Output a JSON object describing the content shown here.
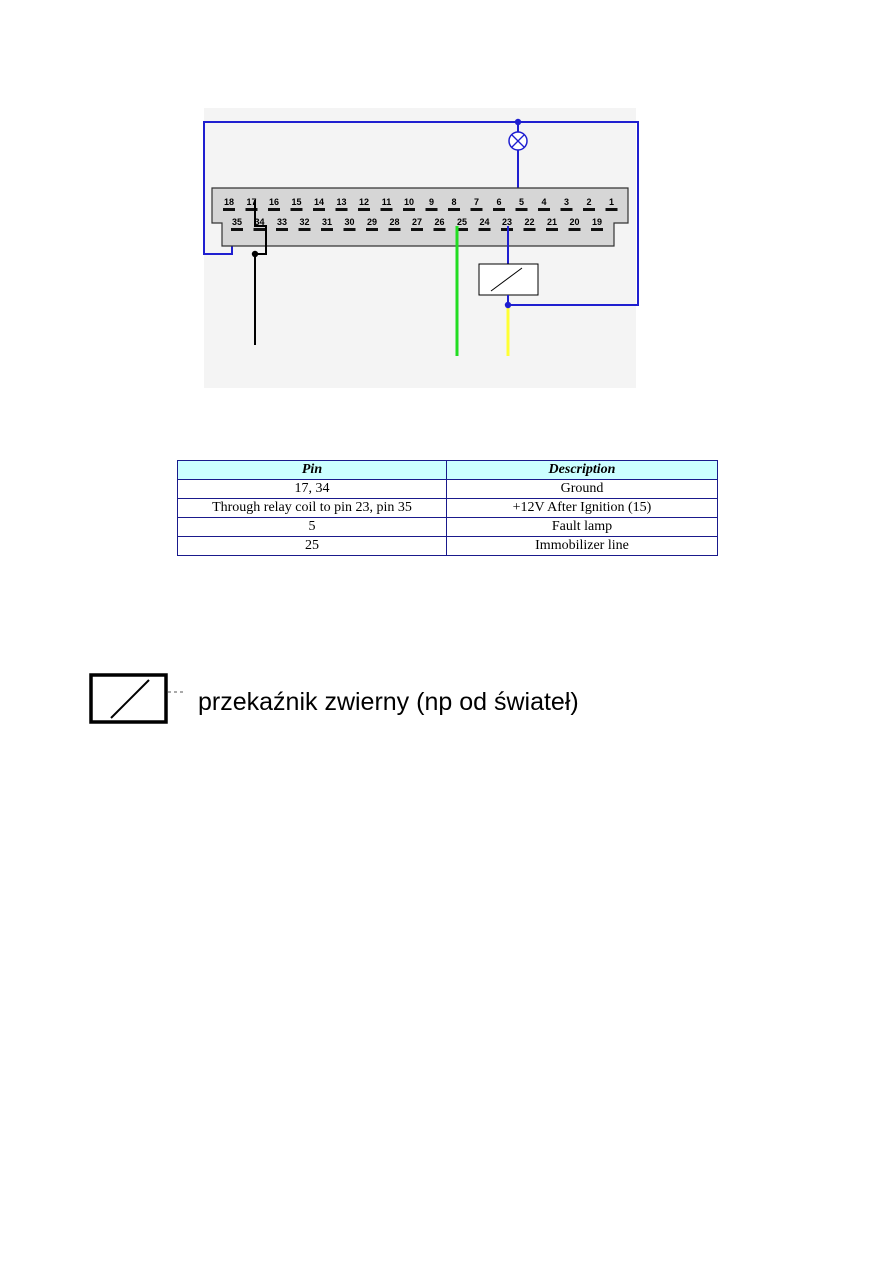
{
  "connector": {
    "top_row_pins": [
      "18",
      "17",
      "16",
      "15",
      "14",
      "13",
      "12",
      "11",
      "10",
      "9",
      "8",
      "7",
      "6",
      "5",
      "4",
      "3",
      "2",
      "1"
    ],
    "bottom_row_pins": [
      "35",
      "34",
      "33",
      "32",
      "31",
      "30",
      "29",
      "28",
      "27",
      "26",
      "25",
      "24",
      "23",
      "22",
      "21",
      "20",
      "19"
    ]
  },
  "colors": {
    "blue_wire": "#1f1fd0",
    "green_wire": "#22dd22",
    "yellow_wire": "#ffff33",
    "black_wire": "#000000",
    "connector_fill": "#d6d6d6",
    "table_header_bg": "#ccffff",
    "table_border": "#1a1a8c"
  },
  "table": {
    "headers": [
      "Pin",
      "Description"
    ],
    "rows": [
      [
        "17, 34",
        "Ground"
      ],
      [
        "Through relay coil to pin 23, pin 35",
        "+12V After Ignition (15)"
      ],
      [
        "5",
        "Fault lamp"
      ],
      [
        "25",
        "Immobilizer line"
      ]
    ]
  },
  "legend": {
    "text": "przekaźnik zwierny (np od świateł)"
  }
}
